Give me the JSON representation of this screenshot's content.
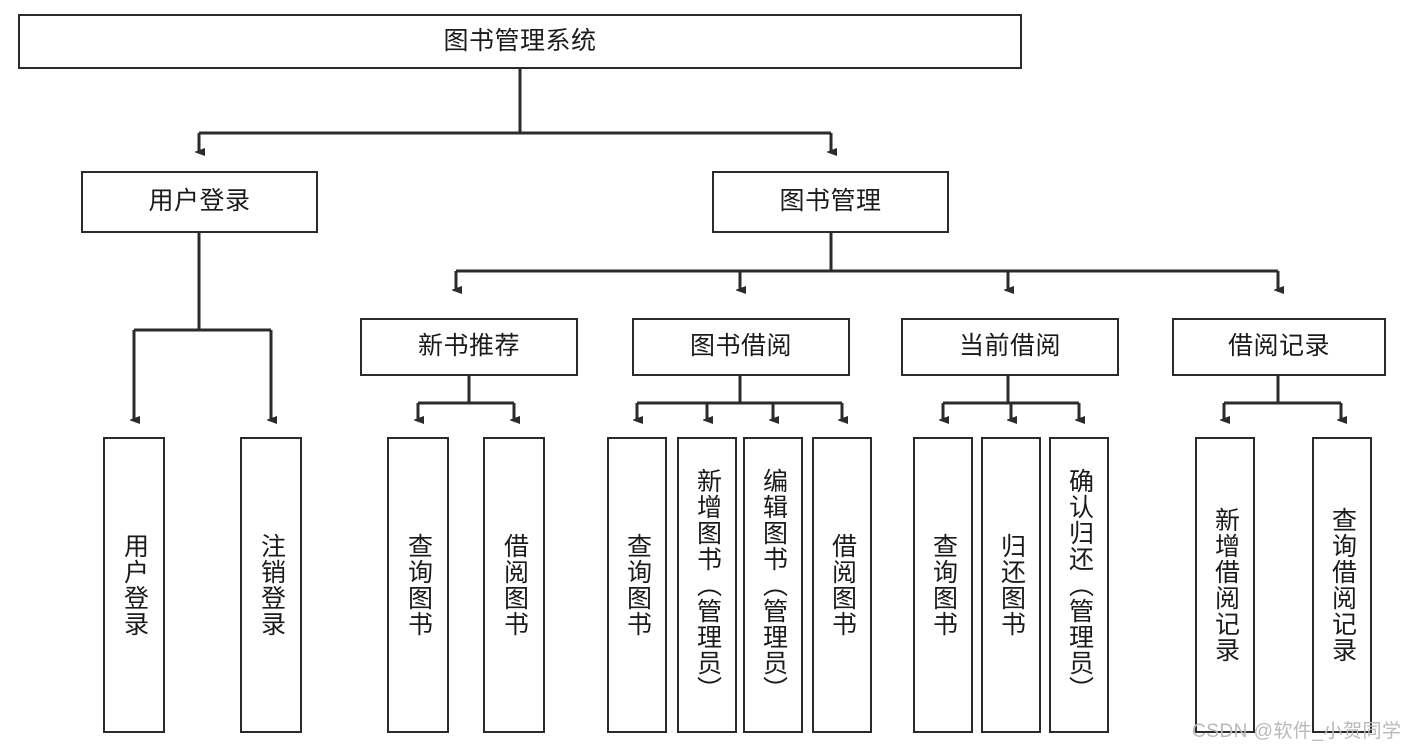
{
  "diagram": {
    "title": "图书管理系统",
    "type": "tree-hierarchy-chart",
    "colors": {
      "box_border": "#2b2b2b",
      "box_fill": "#ffffff",
      "edge": "#2b2b2b",
      "text": "#1b1b1b",
      "watermark": "#b9b9b9",
      "background": "#ffffff"
    },
    "root": {
      "label": "图书管理系统"
    },
    "level2": [
      {
        "label": "用户登录"
      },
      {
        "label": "图书管理"
      }
    ],
    "level3": [
      {
        "label": "新书推荐"
      },
      {
        "label": "图书借阅"
      },
      {
        "label": "当前借阅"
      },
      {
        "label": "借阅记录"
      }
    ],
    "leaves": {
      "user_login": [
        {
          "label": "用户登录"
        },
        {
          "label": "注销登录"
        }
      ],
      "new_book_recommend": [
        {
          "label": "查询图书"
        },
        {
          "label": "借阅图书"
        }
      ],
      "book_borrow": [
        {
          "label": "查询图书"
        },
        {
          "label": "新增图书（管理员）"
        },
        {
          "label": "编辑图书（管理员）"
        },
        {
          "label": "借阅图书"
        }
      ],
      "current_borrow": [
        {
          "label": "查询图书"
        },
        {
          "label": "归还图书"
        },
        {
          "label": "确认归还（管理员）"
        }
      ],
      "borrow_record": [
        {
          "label": "新增借阅记录"
        },
        {
          "label": "查询借阅记录"
        }
      ]
    },
    "watermark": "CSDN @软件_小贺同学"
  }
}
